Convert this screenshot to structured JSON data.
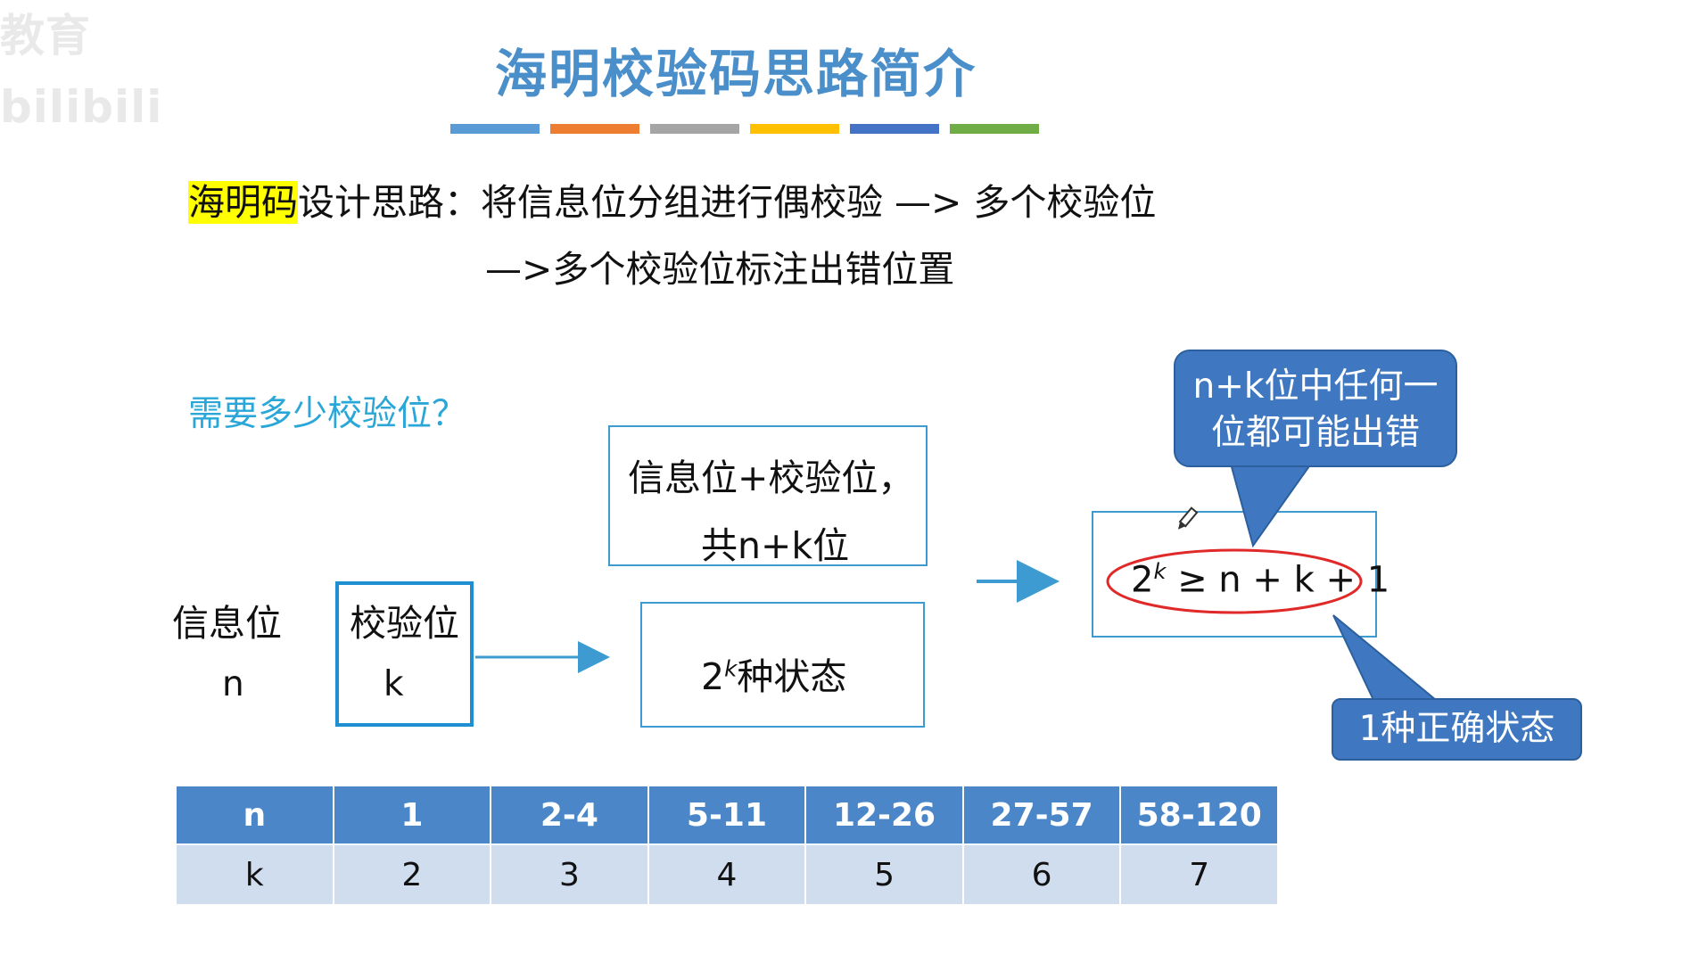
{
  "watermark": "教育 bilibili",
  "title": "海明校验码思路简介",
  "accent_colors": [
    "#5b9bd5",
    "#ed7d31",
    "#a5a5a5",
    "#ffc000",
    "#4472c4",
    "#70ad47"
  ],
  "design": {
    "highlight": "海明码",
    "line1_rest": "设计思路：将信息位分组进行偶校验 —> 多个校验位",
    "line2": "—>多个校验位标注出错位置"
  },
  "question": "需要多少校验位？",
  "left_labels": {
    "info_label": "信息位",
    "info_var": "n",
    "check_label": "校验位",
    "check_var": "k"
  },
  "boxes": {
    "total_line1": "信息位+校验位，",
    "total_line2": "共n+k位",
    "states_base": "2",
    "states_exp": "k",
    "states_text": "种状态",
    "formula_base": "2",
    "formula_exp": "k",
    "formula_rest": " ≥ n + k + 1"
  },
  "callouts": {
    "top_line1": "n+k位中任何一",
    "top_line2": "位都可能出错",
    "bottom": "1种正确状态"
  },
  "table": {
    "header": [
      "n",
      "1",
      "2-4",
      "5-11",
      "12-26",
      "27-57",
      "58-120"
    ],
    "row": [
      "k",
      "2",
      "3",
      "4",
      "5",
      "6",
      "7"
    ]
  }
}
